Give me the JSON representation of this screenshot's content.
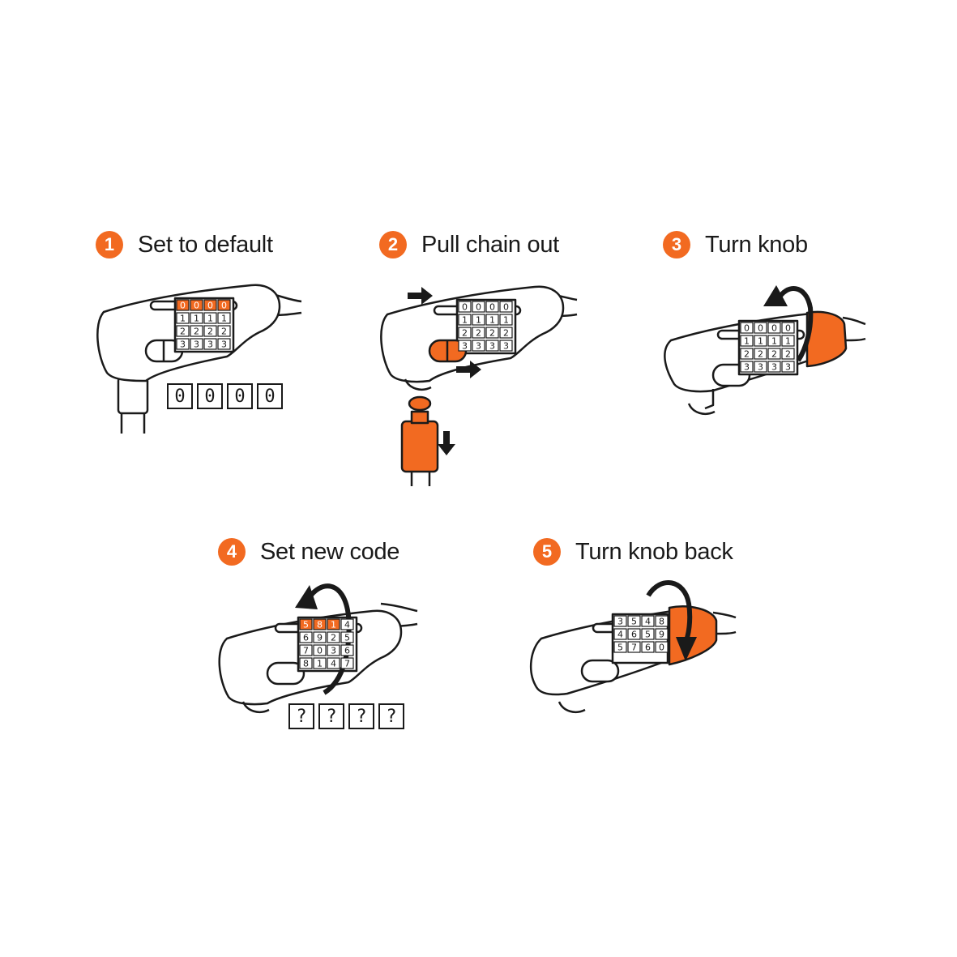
{
  "accent_color": "#f26a21",
  "steps": [
    {
      "number": "1",
      "title": "Set to default",
      "code": [
        "0",
        "0",
        "0",
        "0"
      ],
      "rows": [
        [
          "0",
          "0",
          "0",
          "0"
        ],
        [
          "1",
          "1",
          "1",
          "1"
        ],
        [
          "2",
          "2",
          "2",
          "2"
        ],
        [
          "3",
          "3",
          "3",
          "3"
        ]
      ]
    },
    {
      "number": "2",
      "title": "Pull chain out",
      "rows": [
        [
          "0",
          "0",
          "0",
          "0"
        ],
        [
          "1",
          "1",
          "1",
          "1"
        ],
        [
          "2",
          "2",
          "2",
          "2"
        ],
        [
          "3",
          "3",
          "3",
          "3"
        ]
      ]
    },
    {
      "number": "3",
      "title": "Turn knob",
      "rows": [
        [
          "0",
          "0",
          "0",
          "0"
        ],
        [
          "1",
          "1",
          "1",
          "1"
        ],
        [
          "2",
          "2",
          "2",
          "2"
        ],
        [
          "3",
          "3",
          "3",
          "3"
        ]
      ]
    },
    {
      "number": "4",
      "title": "Set new code",
      "code": [
        "?",
        "?",
        "?",
        "?"
      ],
      "rows": [
        [
          "5",
          "8",
          "1",
          "4"
        ],
        [
          "6",
          "9",
          "2",
          "5"
        ],
        [
          "7",
          "0",
          "3",
          "6"
        ],
        [
          "8",
          "1",
          "4",
          "7"
        ]
      ]
    },
    {
      "number": "5",
      "title": "Turn knob back",
      "rows": [
        [
          "3",
          "5",
          "4",
          "8"
        ],
        [
          "4",
          "6",
          "5",
          "9"
        ],
        [
          "5",
          "7",
          "6",
          "0"
        ]
      ]
    }
  ],
  "icons": [
    "lock-icon",
    "arrow-icon",
    "rotate-arrow-icon",
    "chain-plug-icon"
  ]
}
